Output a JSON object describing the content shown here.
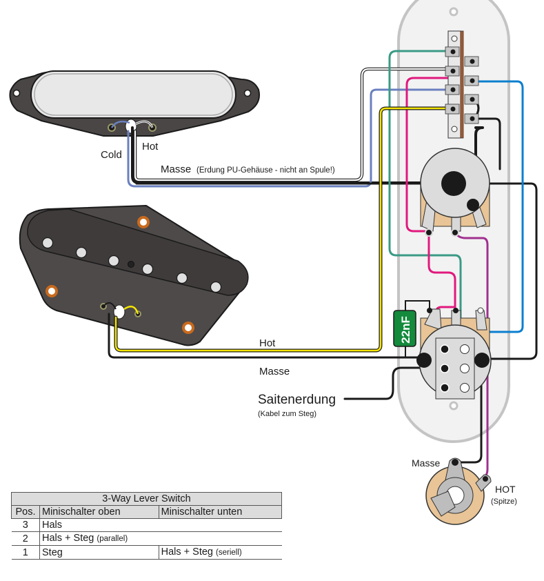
{
  "diagram": {
    "neck_pickup": {
      "cold_label": "Cold",
      "hot_label": "Hot"
    },
    "ground_wire_label": "Masse",
    "ground_wire_note": "(Erdung PU-Gehäuse - nicht an Spule!)",
    "bridge_pickup": {
      "hot_label": "Hot",
      "ground_label": "Masse"
    },
    "capacitor_label": "22nF",
    "string_ground_label": "Saitenerdung",
    "string_ground_note": "(Kabel zum Steg)",
    "jack": {
      "ground_label": "Masse",
      "hot_label": "HOT",
      "hot_note": "(Spitze)"
    },
    "wire_colors": {
      "green": "#3a9a86",
      "white": "#ffffff",
      "pink": "#e0197d",
      "blue_grey": "#6a80bf",
      "yellow": "#f5e600",
      "blue": "#0a7fcf",
      "purple": "#a0308f",
      "black": "#1a1a1a"
    }
  },
  "table": {
    "title": "3-Way Lever Switch",
    "headers": [
      "Pos.",
      "Minischalter oben",
      "Minischalter unten"
    ],
    "rows": [
      {
        "pos": "3",
        "oben": "Hals",
        "oben_note": "",
        "unten": "",
        "unten_note": ""
      },
      {
        "pos": "2",
        "oben": "Hals + Steg",
        "oben_note": "(parallel)",
        "unten": "",
        "unten_note": ""
      },
      {
        "pos": "1",
        "oben": "Steg",
        "oben_note": "",
        "unten": "Hals + Steg",
        "unten_note": "(seriell)"
      }
    ]
  }
}
